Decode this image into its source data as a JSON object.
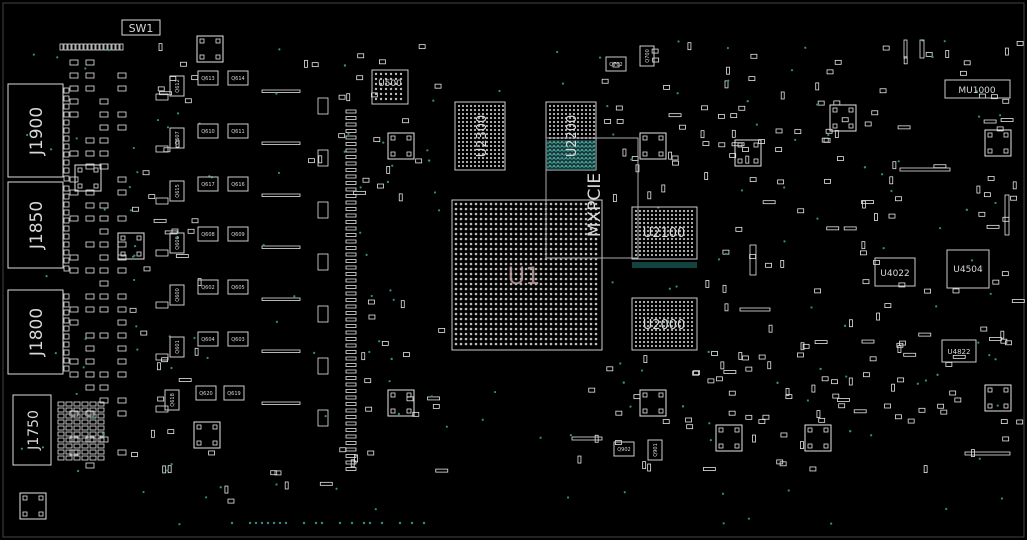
{
  "board": {
    "background": "#000000",
    "silkscreen_color": "#e6e6e6",
    "via_color": "#2f8f8a",
    "highlight_color": "#2f8f8a"
  },
  "connectors": {
    "j1900": "J1900",
    "j1850": "J1850",
    "j1800": "J1800",
    "j1750": "J1750"
  },
  "switch": {
    "sw1": "SW1"
  },
  "chips": {
    "u2300": "U2300",
    "u2200": "U2200",
    "u2100": "U2100",
    "u2000": "U2000",
    "u1": "U1",
    "mxpcie": "MXPCIE",
    "u4022": "U4022",
    "u4504": "U4504",
    "u4822": "U4822",
    "mu1000": "MU1000",
    "u500": "U500"
  },
  "small_labels": {
    "q613": "Q613",
    "q614": "Q614",
    "q610": "Q610",
    "q611": "Q611",
    "q617": "Q617",
    "q616": "Q616",
    "q608": "Q608",
    "q609": "Q609",
    "q602": "Q602",
    "q605": "Q605",
    "q604": "Q604",
    "q603": "Q603",
    "q620": "Q620",
    "q619": "Q619",
    "q612": "Q612",
    "q607": "Q607",
    "q615": "Q615",
    "q606": "Q606",
    "q600": "Q600",
    "q601": "Q601",
    "q618": "Q618",
    "q702": "Q702",
    "q700": "Q700",
    "q902": "Q902",
    "q901": "Q901"
  }
}
